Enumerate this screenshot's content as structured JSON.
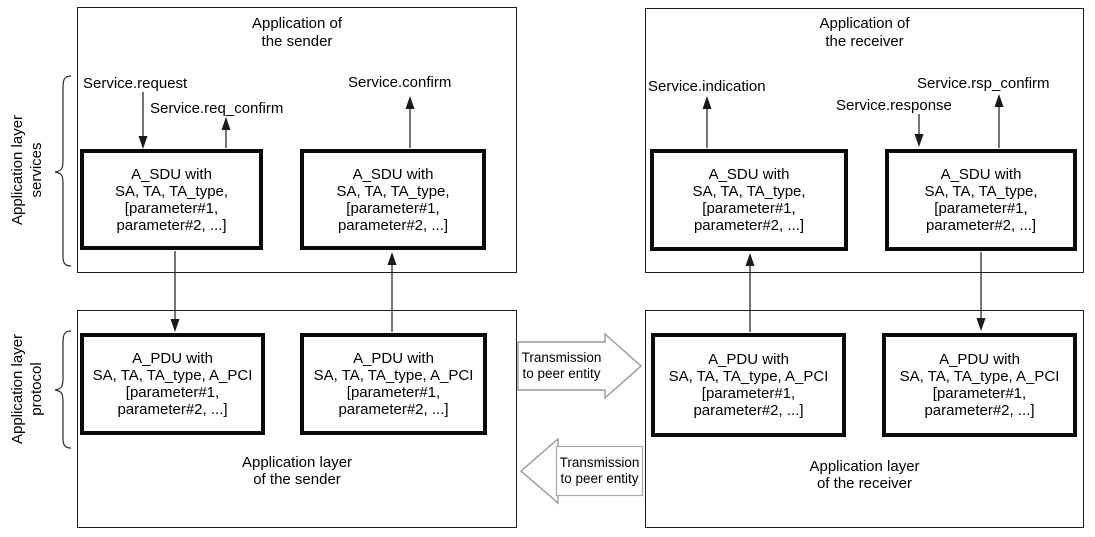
{
  "diagram": {
    "sender": {
      "app_title_line1": "Application of",
      "app_title_line2": "the sender",
      "layer_caption_line1": "Application layer",
      "layer_caption_line2": "of the sender"
    },
    "receiver": {
      "app_title_line1": "Application of",
      "app_title_line2": "the receiver",
      "layer_caption_line1": "Application layer",
      "layer_caption_line2": "of the receiver"
    },
    "side_labels": {
      "services_line1": "Application layer",
      "services_line2": "services",
      "protocol_line1": "Application layer",
      "protocol_line2": "protocol"
    },
    "primitives": {
      "request": "Service.request",
      "req_confirm": "Service.req_confirm",
      "confirm": "Service.confirm",
      "indication": "Service.indication",
      "response": "Service.response",
      "rsp_confirm": "Service.rsp_confirm"
    },
    "sdu_box": {
      "line1": "A_SDU with",
      "line2": "SA, TA, TA_type,",
      "line3": "[parameter#1,",
      "line4": "parameter#2, ...]"
    },
    "pdu_box": {
      "line1": "A_PDU with",
      "line2": "SA, TA, TA_type, A_PCI",
      "line3": "[parameter#1,",
      "line4": "parameter#2, ...]"
    },
    "transmission": {
      "to_receiver_line1": "Transmission",
      "to_receiver_line2": "to peer entity",
      "to_sender_line1": "Transmission",
      "to_sender_line2": "to peer entity"
    },
    "colors": {
      "line": "#1a1a1a",
      "block_arrow_outline": "#999999",
      "background": "#ffffff"
    }
  }
}
